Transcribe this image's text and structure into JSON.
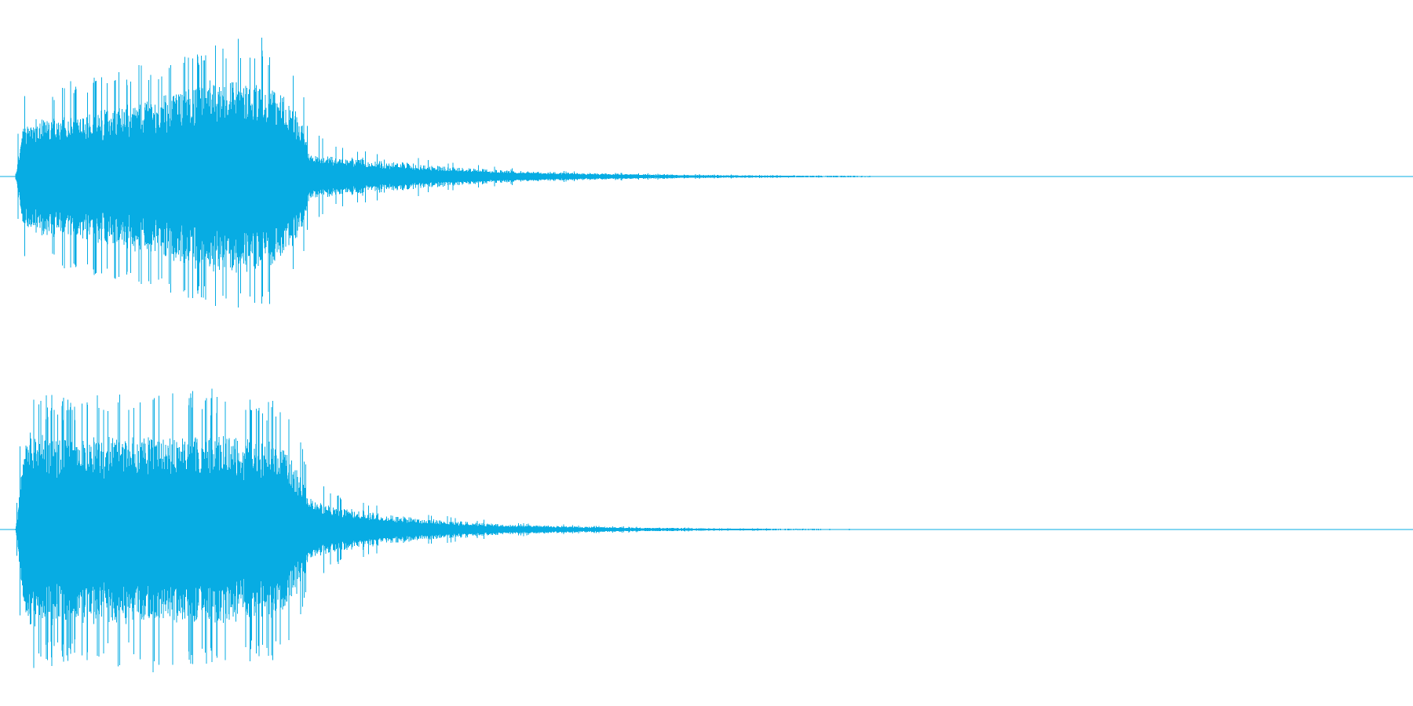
{
  "waveform": {
    "color": "#07ace3",
    "background": "#ffffff",
    "channels": [
      {
        "name": "left",
        "envelope": [
          [
            0.0,
            0.02
          ],
          [
            0.002,
            0.35
          ],
          [
            0.005,
            0.62
          ],
          [
            0.01,
            0.58
          ],
          [
            0.02,
            0.62
          ],
          [
            0.04,
            0.62
          ],
          [
            0.06,
            0.68
          ],
          [
            0.08,
            0.72
          ],
          [
            0.1,
            0.75
          ],
          [
            0.12,
            0.85
          ],
          [
            0.14,
            0.9
          ],
          [
            0.16,
            0.92
          ],
          [
            0.175,
            0.93
          ],
          [
            0.185,
            0.88
          ],
          [
            0.195,
            0.78
          ],
          [
            0.205,
            0.6
          ],
          [
            0.21,
            0.3
          ],
          [
            0.23,
            0.22
          ],
          [
            0.26,
            0.17
          ],
          [
            0.3,
            0.11
          ],
          [
            0.35,
            0.06
          ],
          [
            0.4,
            0.035
          ],
          [
            0.45,
            0.022
          ],
          [
            0.5,
            0.014
          ],
          [
            0.55,
            0.009
          ],
          [
            0.6,
            0.006
          ],
          [
            0.62,
            0.004
          ],
          [
            0.66,
            0.002
          ],
          [
            0.7,
            0.0
          ],
          [
            1.0,
            0.0
          ]
        ],
        "density": [
          [
            0.0,
            0.3
          ],
          [
            0.01,
            0.55
          ],
          [
            0.05,
            0.55
          ],
          [
            0.1,
            0.58
          ],
          [
            0.15,
            0.6
          ],
          [
            0.2,
            0.55
          ],
          [
            0.215,
            0.45
          ],
          [
            0.25,
            0.55
          ],
          [
            0.3,
            0.55
          ],
          [
            0.4,
            0.6
          ],
          [
            0.5,
            0.65
          ],
          [
            0.6,
            0.7
          ],
          [
            1.0,
            0.7
          ]
        ]
      },
      {
        "name": "right",
        "envelope": [
          [
            0.0,
            0.02
          ],
          [
            0.002,
            0.45
          ],
          [
            0.005,
            0.92
          ],
          [
            0.015,
            0.9
          ],
          [
            0.03,
            0.88
          ],
          [
            0.05,
            0.88
          ],
          [
            0.08,
            0.92
          ],
          [
            0.1,
            0.92
          ],
          [
            0.12,
            0.92
          ],
          [
            0.14,
            0.92
          ],
          [
            0.16,
            0.9
          ],
          [
            0.185,
            0.88
          ],
          [
            0.195,
            0.8
          ],
          [
            0.203,
            0.62
          ],
          [
            0.21,
            0.38
          ],
          [
            0.23,
            0.25
          ],
          [
            0.26,
            0.16
          ],
          [
            0.3,
            0.1
          ],
          [
            0.35,
            0.05
          ],
          [
            0.4,
            0.03
          ],
          [
            0.45,
            0.018
          ],
          [
            0.5,
            0.011
          ],
          [
            0.55,
            0.007
          ],
          [
            0.6,
            0.004
          ],
          [
            0.64,
            0.002
          ],
          [
            0.68,
            0.0
          ],
          [
            1.0,
            0.0
          ]
        ],
        "density": [
          [
            0.0,
            0.3
          ],
          [
            0.01,
            0.62
          ],
          [
            0.05,
            0.6
          ],
          [
            0.1,
            0.58
          ],
          [
            0.15,
            0.58
          ],
          [
            0.2,
            0.55
          ],
          [
            0.215,
            0.45
          ],
          [
            0.25,
            0.55
          ],
          [
            0.3,
            0.55
          ],
          [
            0.4,
            0.6
          ],
          [
            0.5,
            0.65
          ],
          [
            0.6,
            0.7
          ],
          [
            1.0,
            0.7
          ]
        ]
      }
    ]
  }
}
